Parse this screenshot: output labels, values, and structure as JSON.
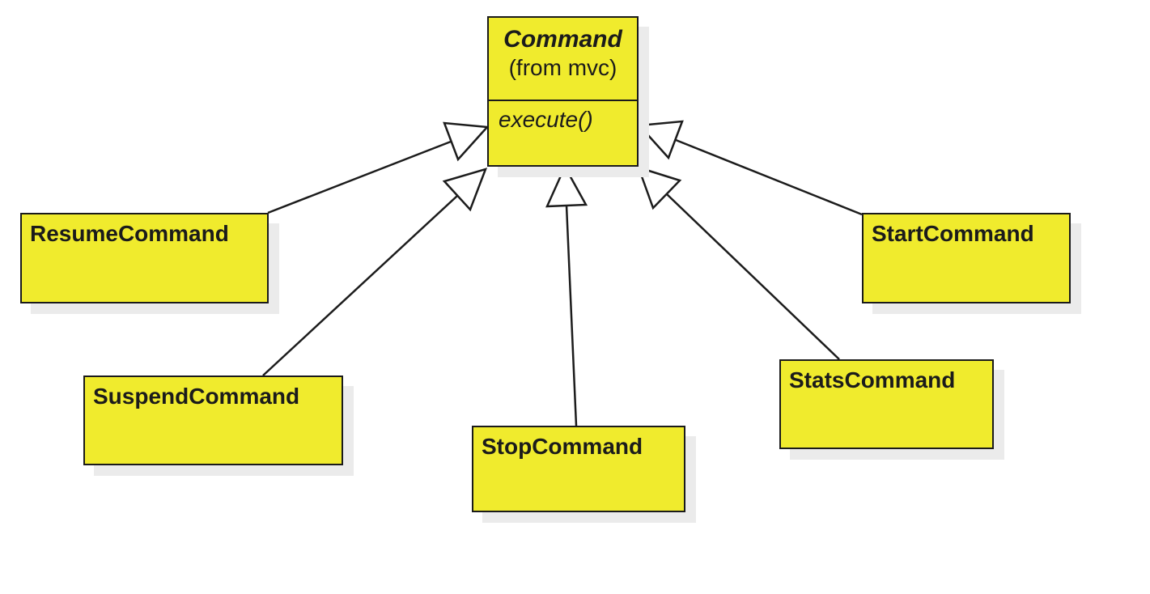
{
  "diagram": {
    "kind": "uml-class-diagram",
    "relationship": "generalization",
    "parent": {
      "name": "Command",
      "package": "(from mvc)",
      "method": "execute()",
      "abstract": true
    },
    "subclasses": [
      {
        "name": "ResumeCommand"
      },
      {
        "name": "SuspendCommand"
      },
      {
        "name": "StopCommand"
      },
      {
        "name": "StatsCommand"
      },
      {
        "name": "StartCommand"
      }
    ]
  },
  "colors": {
    "canvas-bg": "#ffffff",
    "node-fill": "#f0eb2d",
    "node-border": "#1a1a1a",
    "node-shadow": "#ebebeb",
    "line-color": "#1c1c1c",
    "text-color": "#1b1b1b"
  }
}
